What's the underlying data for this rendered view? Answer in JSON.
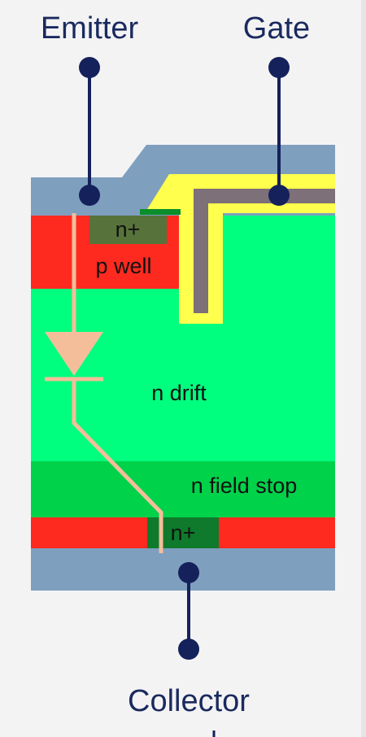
{
  "terminals": {
    "emitter": "Emitter",
    "gate": "Gate",
    "collector": "Collector"
  },
  "regions": {
    "n_plus_emitter": "n+",
    "p_well": "p well",
    "n_drift": "n drift",
    "n_field_stop": "n field stop",
    "n_plus_collector": "n+"
  },
  "colors": {
    "background": "#f4f3f4",
    "metal": "#7f9fbf",
    "p_region": "#ff2a1f",
    "n_drift": "#00ff7f",
    "n_field_stop": "#00d24a",
    "n_plus_emitter": "#57733b",
    "n_plus_collector": "#0f7a2b",
    "gate_poly": "#7d7078",
    "gate_oxide": "#ffff4d",
    "contact_bar": "#0a8f2a",
    "wire": "#14215a",
    "current_path": "#f5be9a"
  }
}
